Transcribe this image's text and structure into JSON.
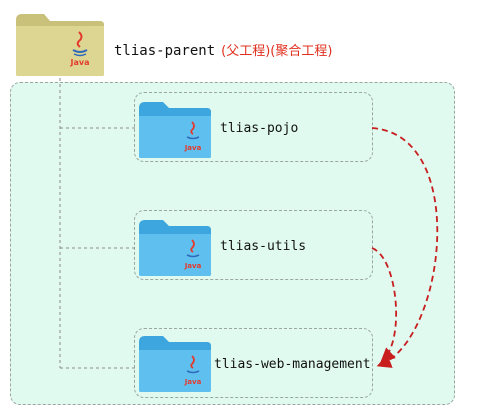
{
  "parent": {
    "name": "tlias-parent",
    "note": "(父工程)(聚合工程)",
    "icon": "java-folder-icon",
    "folder_color": "#D8D08A"
  },
  "modules": [
    {
      "name": "tlias-pojo",
      "icon": "java-folder-icon"
    },
    {
      "name": "tlias-utils",
      "icon": "java-folder-icon"
    },
    {
      "name": "tlias-web-management",
      "icon": "java-folder-icon"
    }
  ],
  "dependencies": [
    {
      "from": "tlias-pojo",
      "to": "tlias-web-management"
    },
    {
      "from": "tlias-utils",
      "to": "tlias-web-management"
    }
  ],
  "java_logo_text": "Java",
  "colors": {
    "container_bg": "#E0FAF0",
    "module_folder": "#4EB6EA",
    "arrow": "#C81E1E",
    "note": "#E0301E"
  }
}
